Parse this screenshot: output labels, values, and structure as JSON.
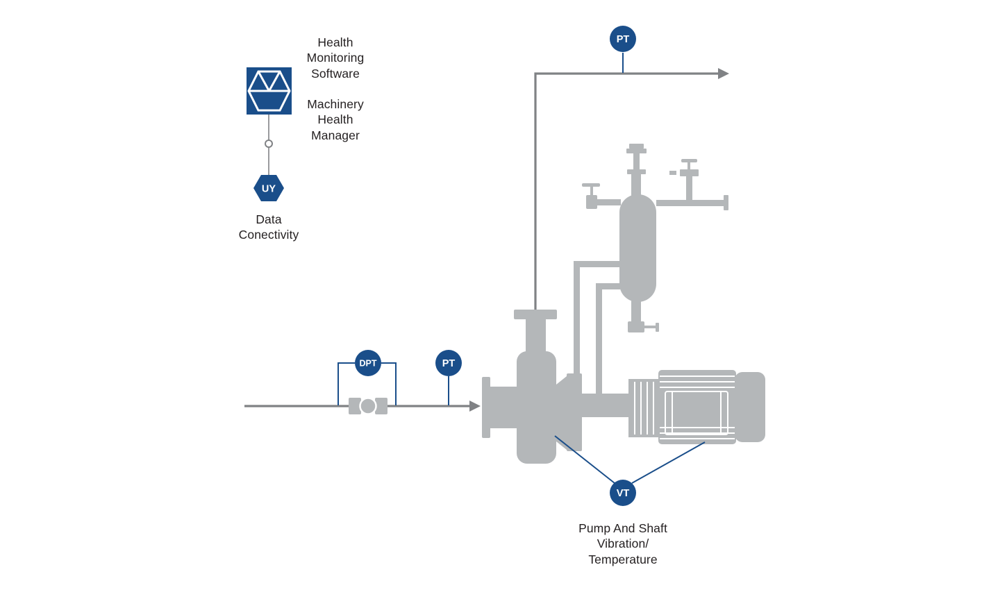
{
  "colors": {
    "blue": "#1a4e8a",
    "equip": "#b4b7b9",
    "line": "#808285",
    "text": "#231f20"
  },
  "labels": {
    "health_monitoring_software": "Health\nMonitoring\nSoftware",
    "machinery_health_manager": "Machinery\nHealth\nManager",
    "data_connectivity": "Data\nConectivity",
    "pump_vibration": "Pump And Shaft\nVibration/\nTemperature"
  },
  "instruments": {
    "uy": "UY",
    "dpt": "DPT",
    "pt_inlet": "PT",
    "pt_discharge": "PT",
    "vt": "VT"
  }
}
